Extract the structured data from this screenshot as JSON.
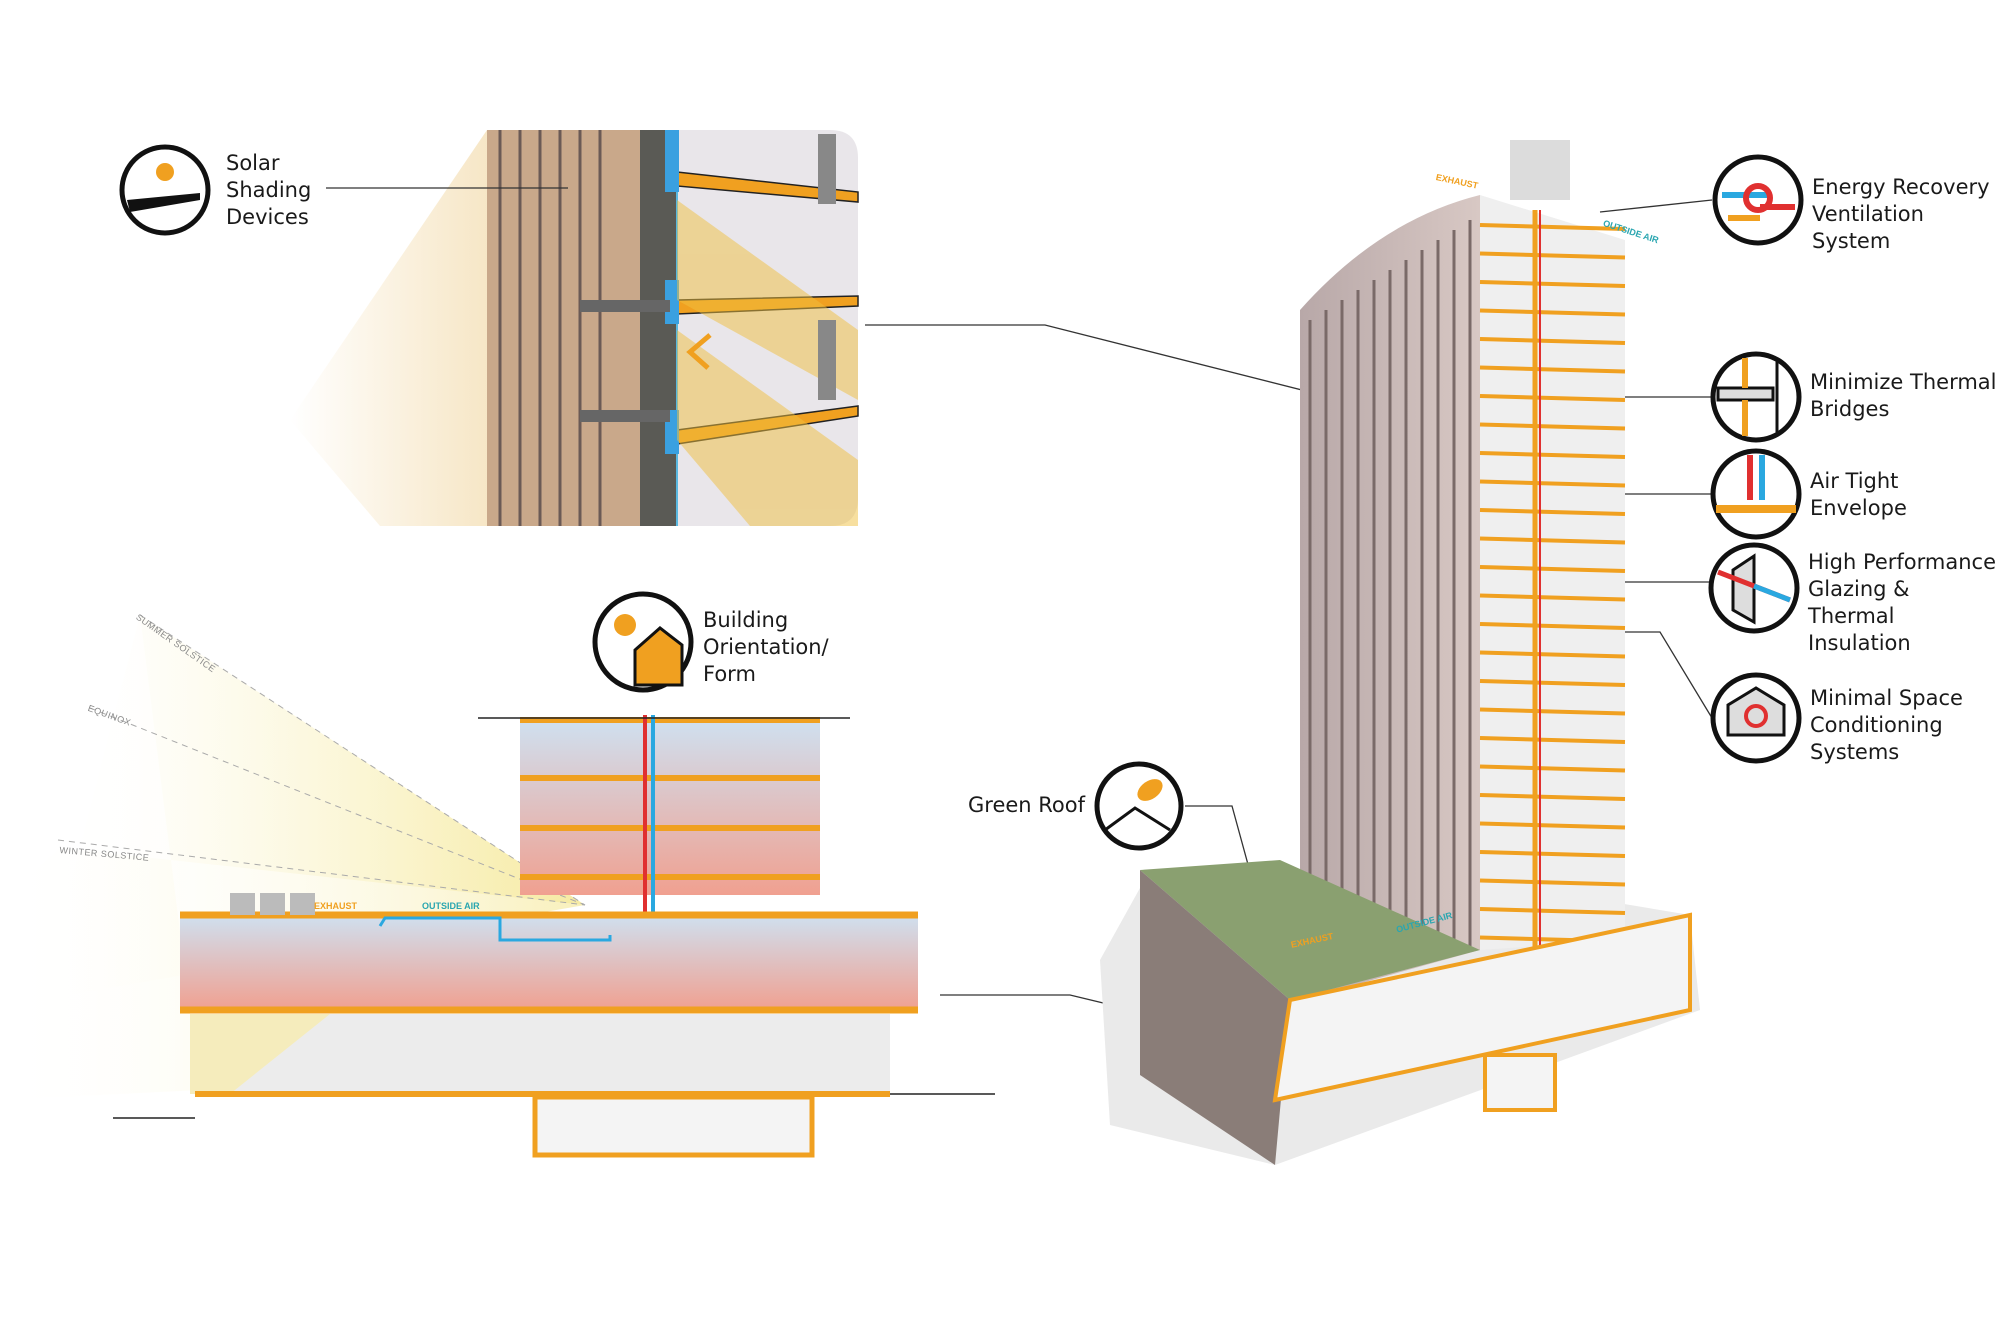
{
  "callouts": {
    "solar_shading": "Solar\nShading\nDevices",
    "orientation": "Building\nOrientation/\nForm",
    "green_roof": "Green Roof",
    "erv": "Energy Recovery\nVentilation System",
    "thermal_bridges": "Minimize Thermal\nBridges",
    "air_tight": "Air Tight\nEnvelope",
    "glazing": "High Performance\nGlazing & Thermal\nInsulation",
    "space_conditioning": "Minimal Space\nConditioning\nSystems"
  },
  "sun_angles": {
    "summer": "SUMMER SOLSTICE",
    "equinox": "EQUINOX",
    "winter": "WINTER SOLSTICE"
  },
  "airflow": {
    "exhaust": "EXHAUST",
    "outside_air": "OUTSIDE AIR"
  },
  "colors": {
    "orange": "#f0a020",
    "red": "#e03030",
    "blue": "#2aa8e0",
    "teal": "#2aa6b0",
    "sun_yellow": "#f7ecb0"
  }
}
